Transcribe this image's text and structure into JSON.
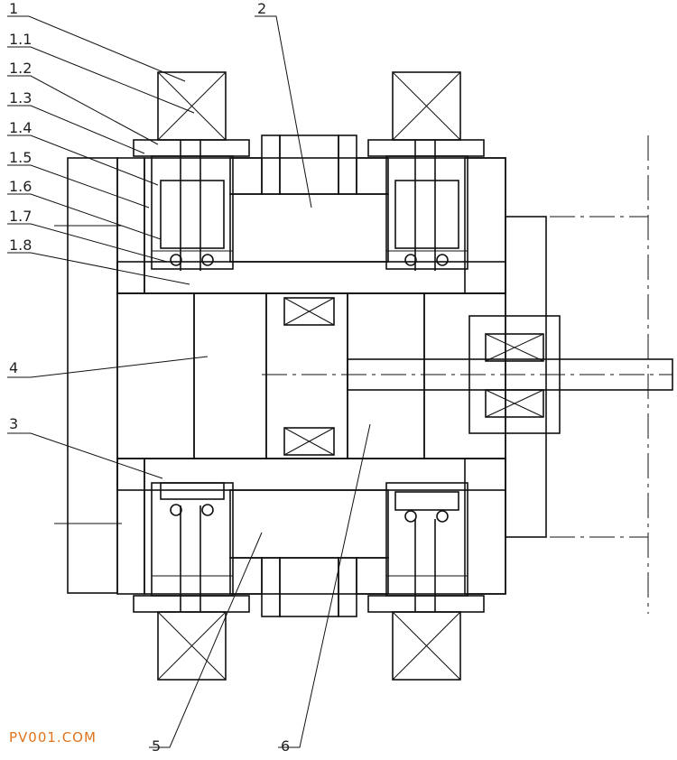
{
  "labels": {
    "l1": "1",
    "l1_1": "1.1",
    "l1_2": "1.2",
    "l1_3": "1.3",
    "l1_4": "1.4",
    "l1_5": "1.5",
    "l1_6": "1.6",
    "l1_7": "1.7",
    "l1_8": "1.8",
    "l2": "2",
    "l3": "3",
    "l4": "4",
    "l5": "5",
    "l6": "6"
  },
  "watermark": "PV001.COM",
  "colors": {
    "line": "#111111",
    "watermark": "#e0741c"
  }
}
